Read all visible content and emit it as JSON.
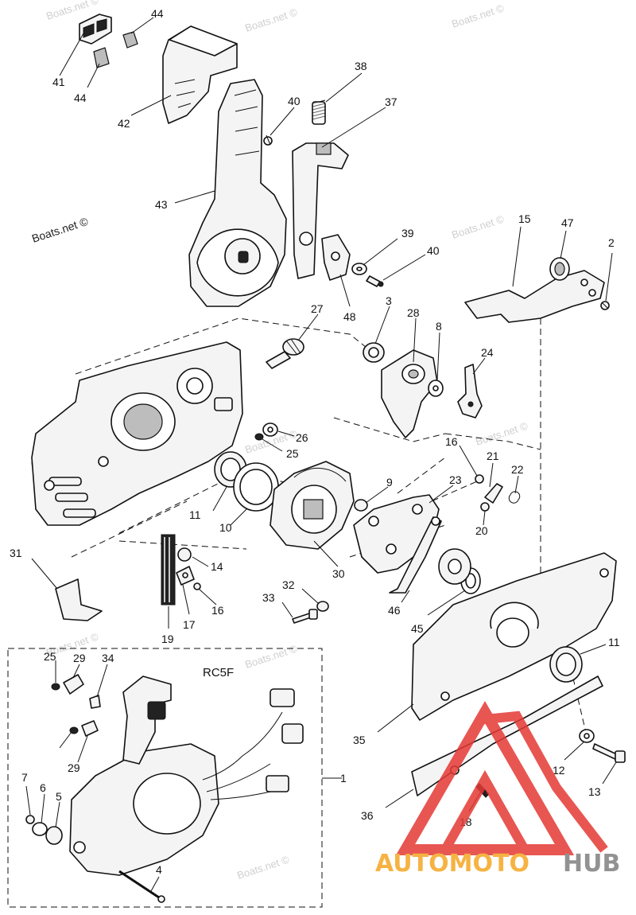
{
  "watermarks": {
    "main": "Boats.net ©",
    "repeat": "Boats.net ©"
  },
  "inset_label": "RC5F",
  "logo": {
    "text_a": "AUTOMOTO",
    "text_b": "HUB",
    "color_a": "#f5a623",
    "color_b": "#808080",
    "triangle_color": "#e53935"
  },
  "callouts": [
    "1",
    "2",
    "3",
    "4",
    "5",
    "6",
    "7",
    "8",
    "9",
    "10",
    "11",
    "11",
    "12",
    "13",
    "14",
    "15",
    "16",
    "16",
    "17",
    "18",
    "19",
    "20",
    "21",
    "22",
    "23",
    "24",
    "25",
    "25",
    "26",
    "27",
    "28",
    "29",
    "29",
    "30",
    "31",
    "32",
    "33",
    "34",
    "35",
    "36",
    "37",
    "38",
    "39",
    "40",
    "40",
    "41",
    "42",
    "43",
    "44",
    "44",
    "45",
    "46",
    "47",
    "48"
  ]
}
